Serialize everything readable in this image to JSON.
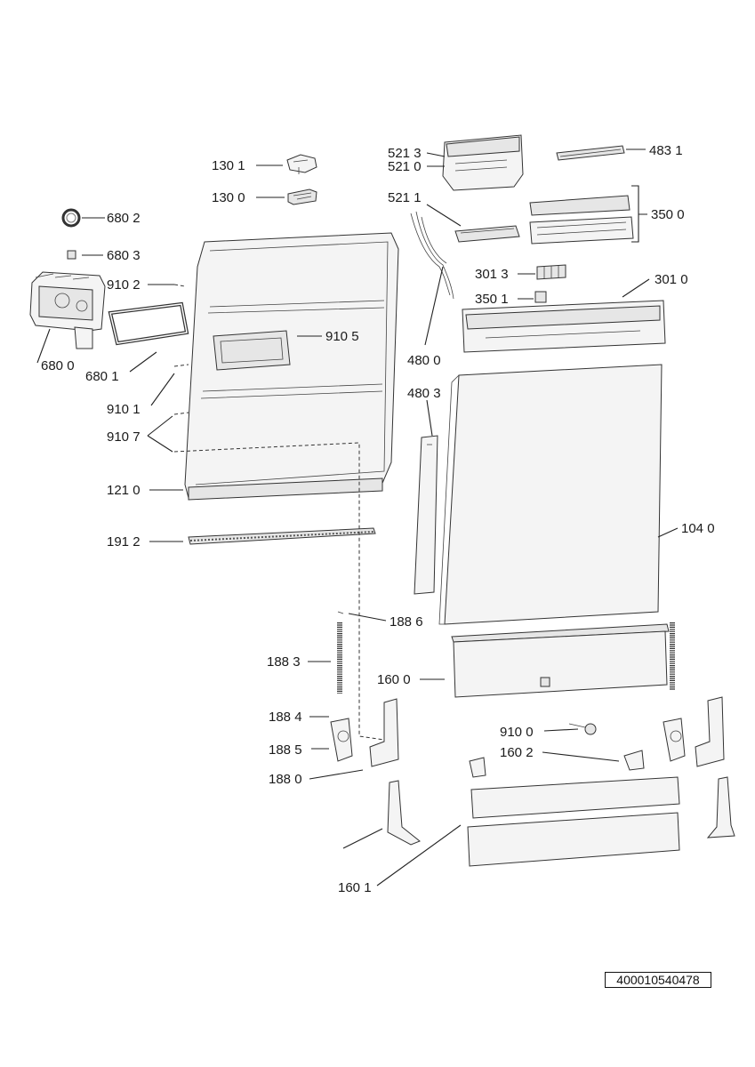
{
  "diagram": {
    "labels": {
      "p1301": "130 1",
      "p1300": "130 0",
      "p6802": "680 2",
      "p6803": "680 3",
      "p9102": "910 2",
      "p6800": "680 0",
      "p6801": "680 1",
      "p9105": "910 5",
      "p9101": "910 1",
      "p9107": "910 7",
      "p1210": "121 0",
      "p1912": "191 2",
      "p5213": "521 3",
      "p5210": "521 0",
      "p5211": "521 1",
      "p4831": "483 1",
      "p3500": "350 0",
      "p3013": "301 3",
      "p3010": "301 0",
      "p3501": "350 1",
      "p4800": "480 0",
      "p4803": "480 3",
      "p1040": "104 0",
      "p1886": "188 6",
      "p1883": "188 3",
      "p1600": "160 0",
      "p1884": "188 4",
      "p9100": "910 0",
      "p1885": "188 5",
      "p1602": "160 2",
      "p1880": "188 0",
      "p1601": "160 1"
    },
    "document_id": "400010540478"
  }
}
